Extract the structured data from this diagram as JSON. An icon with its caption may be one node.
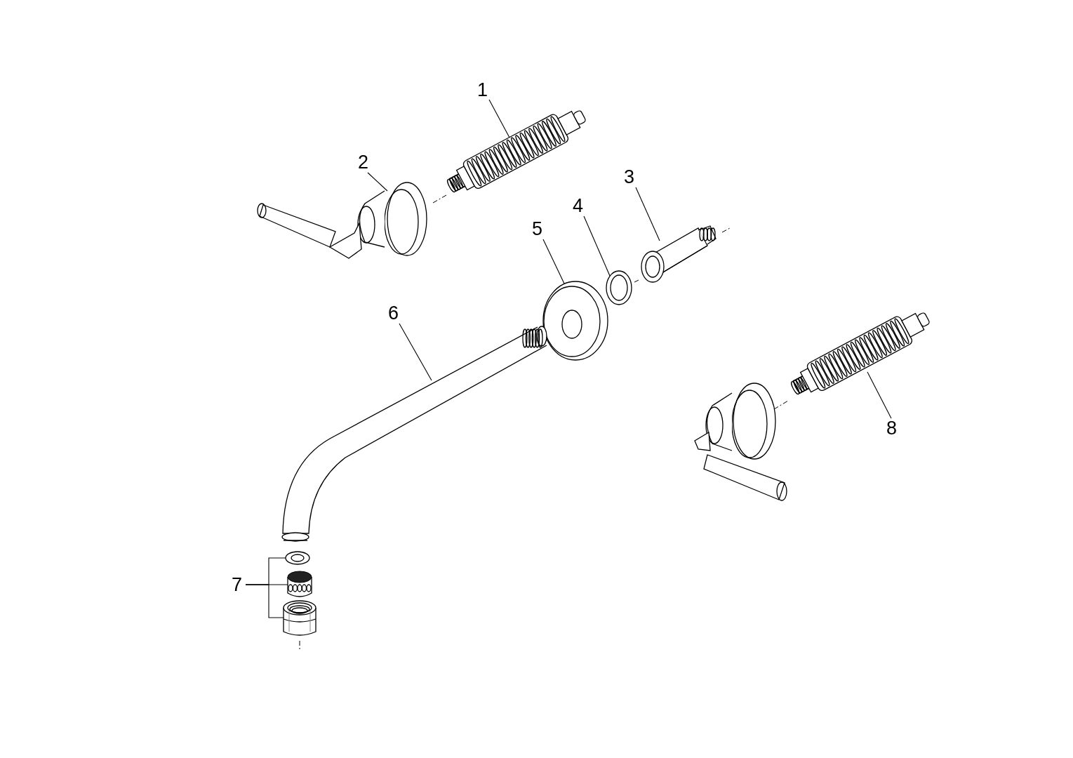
{
  "diagram": {
    "nodes": [
      {
        "text": [
          "1"
        ]
      },
      {
        "text": [],
        "shape": "picture"
      },
      {
        "text": [
          "2"
        ]
      },
      {
        "text": [],
        "shape": "picture"
      },
      {
        "text": [
          "3"
        ]
      },
      {
        "text": [],
        "shape": "picture"
      },
      {
        "text": [
          "4"
        ]
      },
      {
        "text": [],
        "shape": "picture"
      },
      {
        "text": [
          "5"
        ]
      },
      {
        "text": [],
        "shape": "picture"
      },
      {
        "text": [
          "6"
        ]
      },
      {
        "text": [],
        "shape": "picture"
      },
      {
        "text": [
          "7"
        ]
      },
      {
        "text": [],
        "shape": "picture"
      },
      {
        "text": [],
        "shape": "picture"
      },
      {
        "text": [],
        "shape": "picture"
      },
      {
        "text": [
          "8"
        ]
      },
      {
        "text": [],
        "shape": "picture"
      }
    ],
    "edges": [
      {
        "from": 0,
        "to": 1,
        "arrow": "none"
      },
      {
        "from": 2,
        "to": 3,
        "arrow": "none"
      },
      {
        "from": 4,
        "to": 5,
        "arrow": "none"
      },
      {
        "from": 6,
        "to": 7,
        "arrow": "none"
      },
      {
        "from": 8,
        "to": 9,
        "arrow": "none"
      },
      {
        "from": 10,
        "to": 11,
        "arrow": "none"
      },
      {
        "from": 12,
        "to": 13,
        "arrow": "none"
      },
      {
        "from": 12,
        "to": 14,
        "arrow": "none"
      },
      {
        "from": 12,
        "to": 15,
        "arrow": "none"
      },
      {
        "from": 16,
        "to": 17,
        "arrow": "none"
      }
    ]
  }
}
